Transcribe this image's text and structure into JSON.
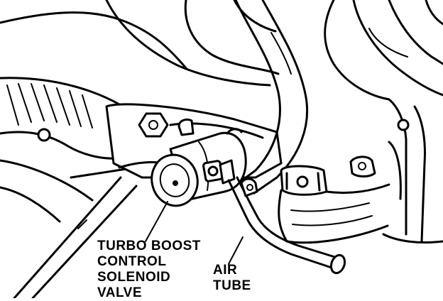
{
  "diagram": {
    "ink_color": "#000000",
    "background_color": "#ffffff",
    "labels": {
      "solenoid": [
        "TURBO BOOST",
        "CONTROL",
        "SOLENOID",
        "VALVE"
      ],
      "air_tube": [
        "AIR",
        "TUBE"
      ]
    }
  }
}
